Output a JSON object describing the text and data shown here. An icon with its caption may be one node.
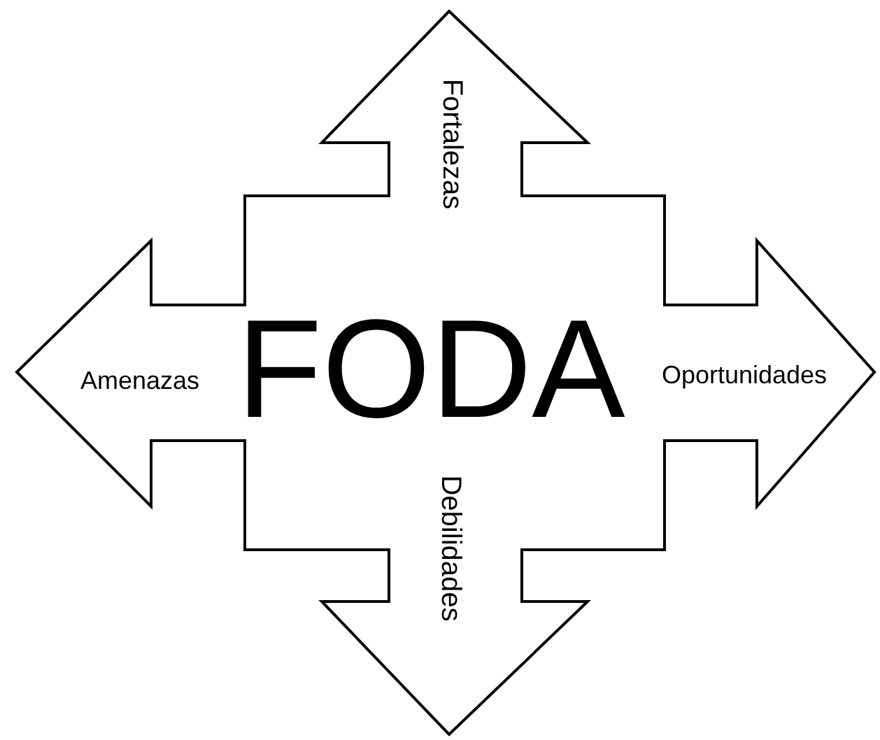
{
  "diagram": {
    "nodes": [
      {
        "text": [
          "Fortalezas",
          "Amenazas",
          "FODA",
          "Oportunidades",
          "Debilidades"
        ]
      }
    ]
  }
}
